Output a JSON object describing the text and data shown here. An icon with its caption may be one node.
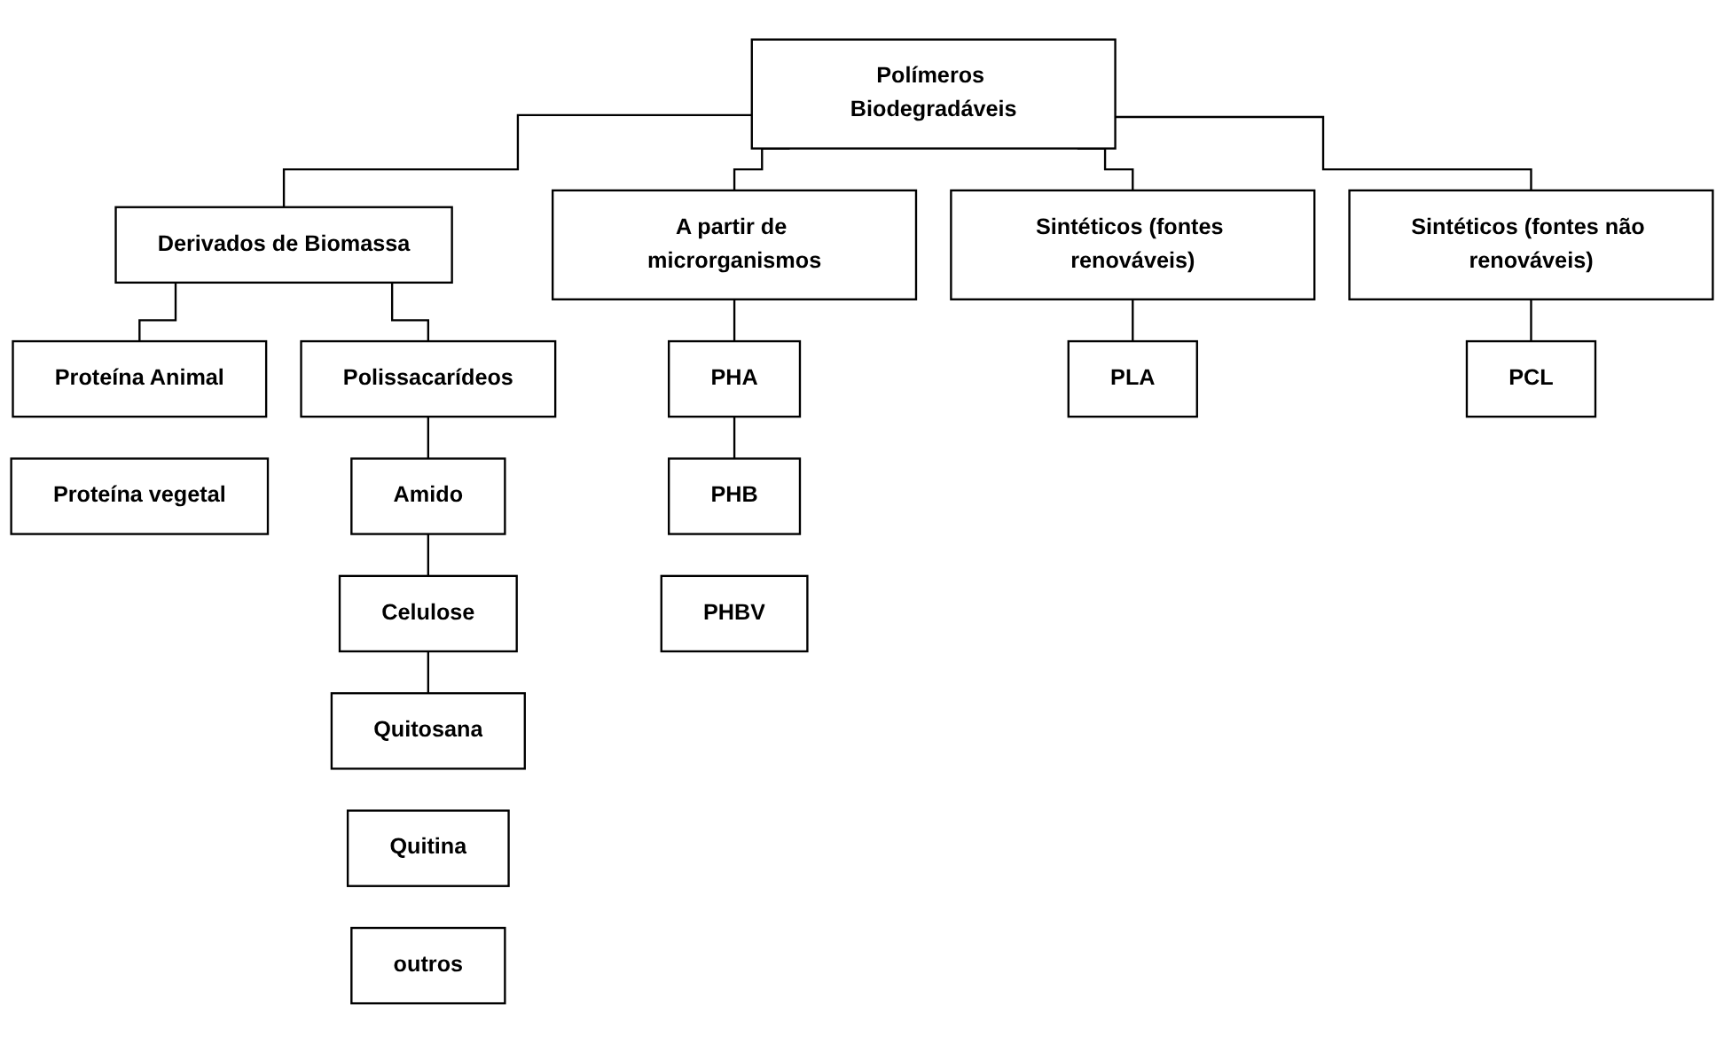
{
  "diagram": {
    "nodes": [
      {
        "text": [
          "Polímeros Biodegradáveis"
        ]
      },
      {
        "text": [
          "Derivados de Biomassa"
        ]
      },
      {
        "text": [
          "A partir de microrganismos"
        ]
      },
      {
        "text": [
          "Sintéticos (fontes renováveis)"
        ]
      },
      {
        "text": [
          "Sintéticos (fontes não renováveis)"
        ]
      },
      {
        "text": [
          "Proteína Animal"
        ]
      },
      {
        "text": [
          "Proteína vegetal"
        ]
      },
      {
        "text": [
          "Polissacarídeos"
        ]
      },
      {
        "text": [
          "Amido"
        ]
      },
      {
        "text": [
          "Celulose"
        ]
      },
      {
        "text": [
          "Quitosana"
        ]
      },
      {
        "text": [
          "Quitina"
        ]
      },
      {
        "text": [
          "outros"
        ]
      },
      {
        "text": [
          "PHA"
        ]
      },
      {
        "text": [
          "PHB"
        ]
      },
      {
        "text": [
          "PHBV"
        ]
      },
      {
        "text": [
          "PLA"
        ]
      },
      {
        "text": [
          "PCL"
        ]
      }
    ],
    "edges": [
      {
        "from": 0,
        "to": 1,
        "arrow": "none"
      },
      {
        "from": 0,
        "to": 2,
        "arrow": "none"
      },
      {
        "from": 0,
        "to": 3,
        "arrow": "none"
      },
      {
        "from": 0,
        "to": 4,
        "arrow": "none"
      },
      {
        "from": 1,
        "to": 5,
        "arrow": "none"
      },
      {
        "from": 1,
        "to": 7,
        "arrow": "none"
      },
      {
        "from": 7,
        "to": 8,
        "arrow": "none"
      },
      {
        "from": 8,
        "to": 9,
        "arrow": "none"
      },
      {
        "from": 9,
        "to": 10,
        "arrow": "none"
      },
      {
        "from": 2,
        "to": 13,
        "arrow": "none"
      },
      {
        "from": 13,
        "to": 14,
        "arrow": "none"
      },
      {
        "from": 3,
        "to": 16,
        "arrow": "none"
      },
      {
        "from": 4,
        "to": 17,
        "arrow": "none"
      }
    ]
  }
}
